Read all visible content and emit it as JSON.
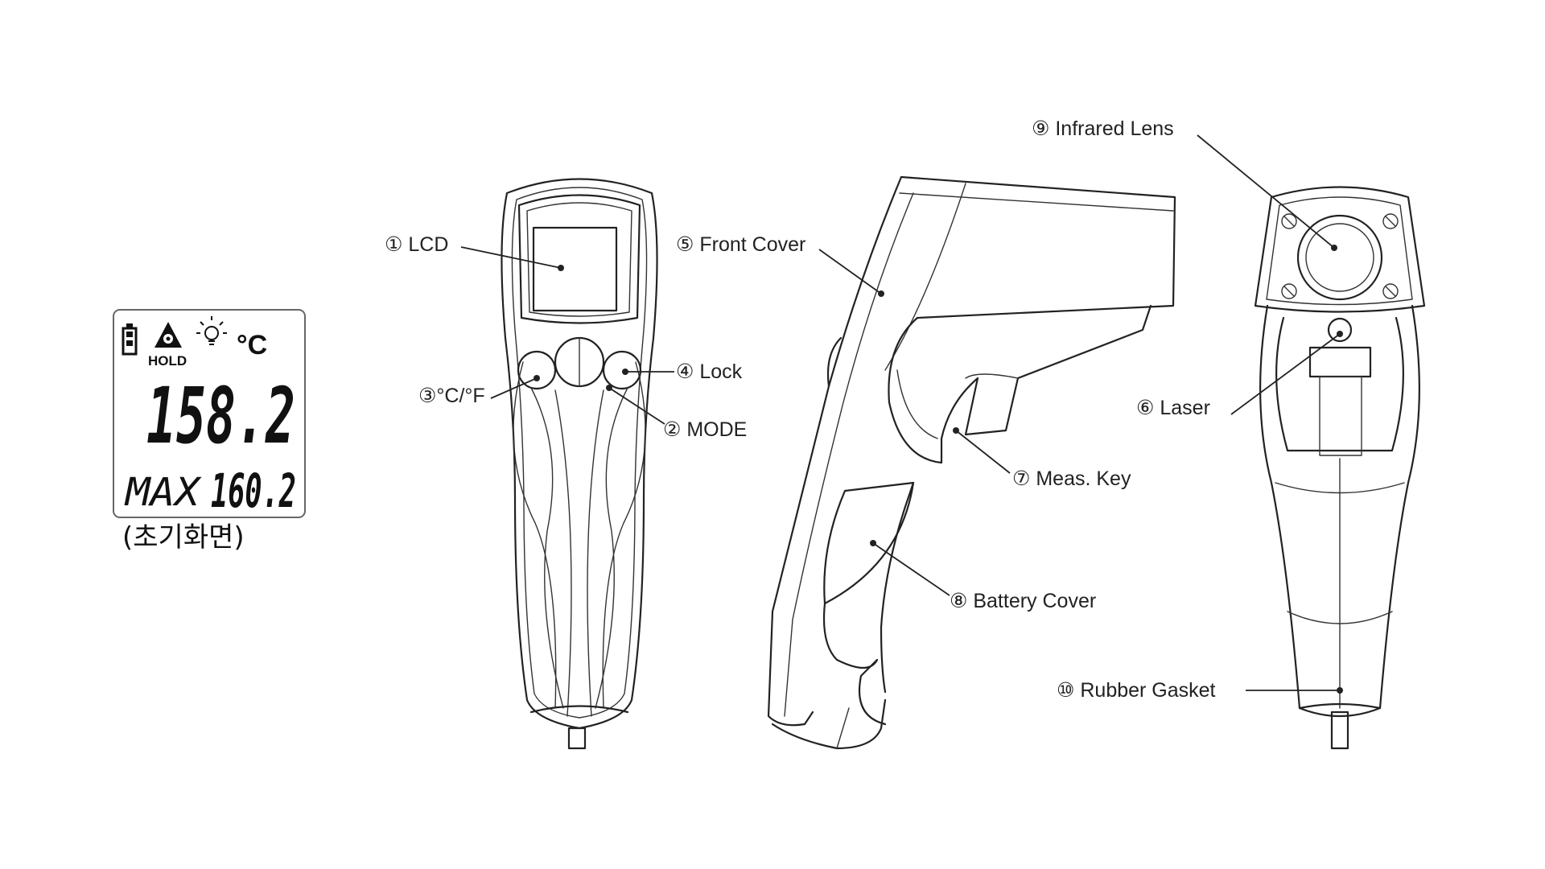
{
  "lcd_display": {
    "hold_label": "HOLD",
    "unit": "°C",
    "reading": "158.2",
    "max_label": "MAX",
    "max_value": "160.2",
    "caption": "(초기화면)",
    "icons": [
      "battery-icon",
      "laser-icon",
      "backlight-icon"
    ]
  },
  "callouts": {
    "lcd": "① LCD",
    "mode": "② MODE",
    "cf": "③°C/°F",
    "lock": "④ Lock",
    "front_cover": "⑤ Front Cover",
    "laser": "⑥ Laser",
    "meas_key": "⑦ Meas. Key",
    "battery_cover": "⑧ Battery Cover",
    "infrared_lens": "⑨ Infrared Lens",
    "rubber_gasket": "⑩ Rubber Gasket"
  }
}
